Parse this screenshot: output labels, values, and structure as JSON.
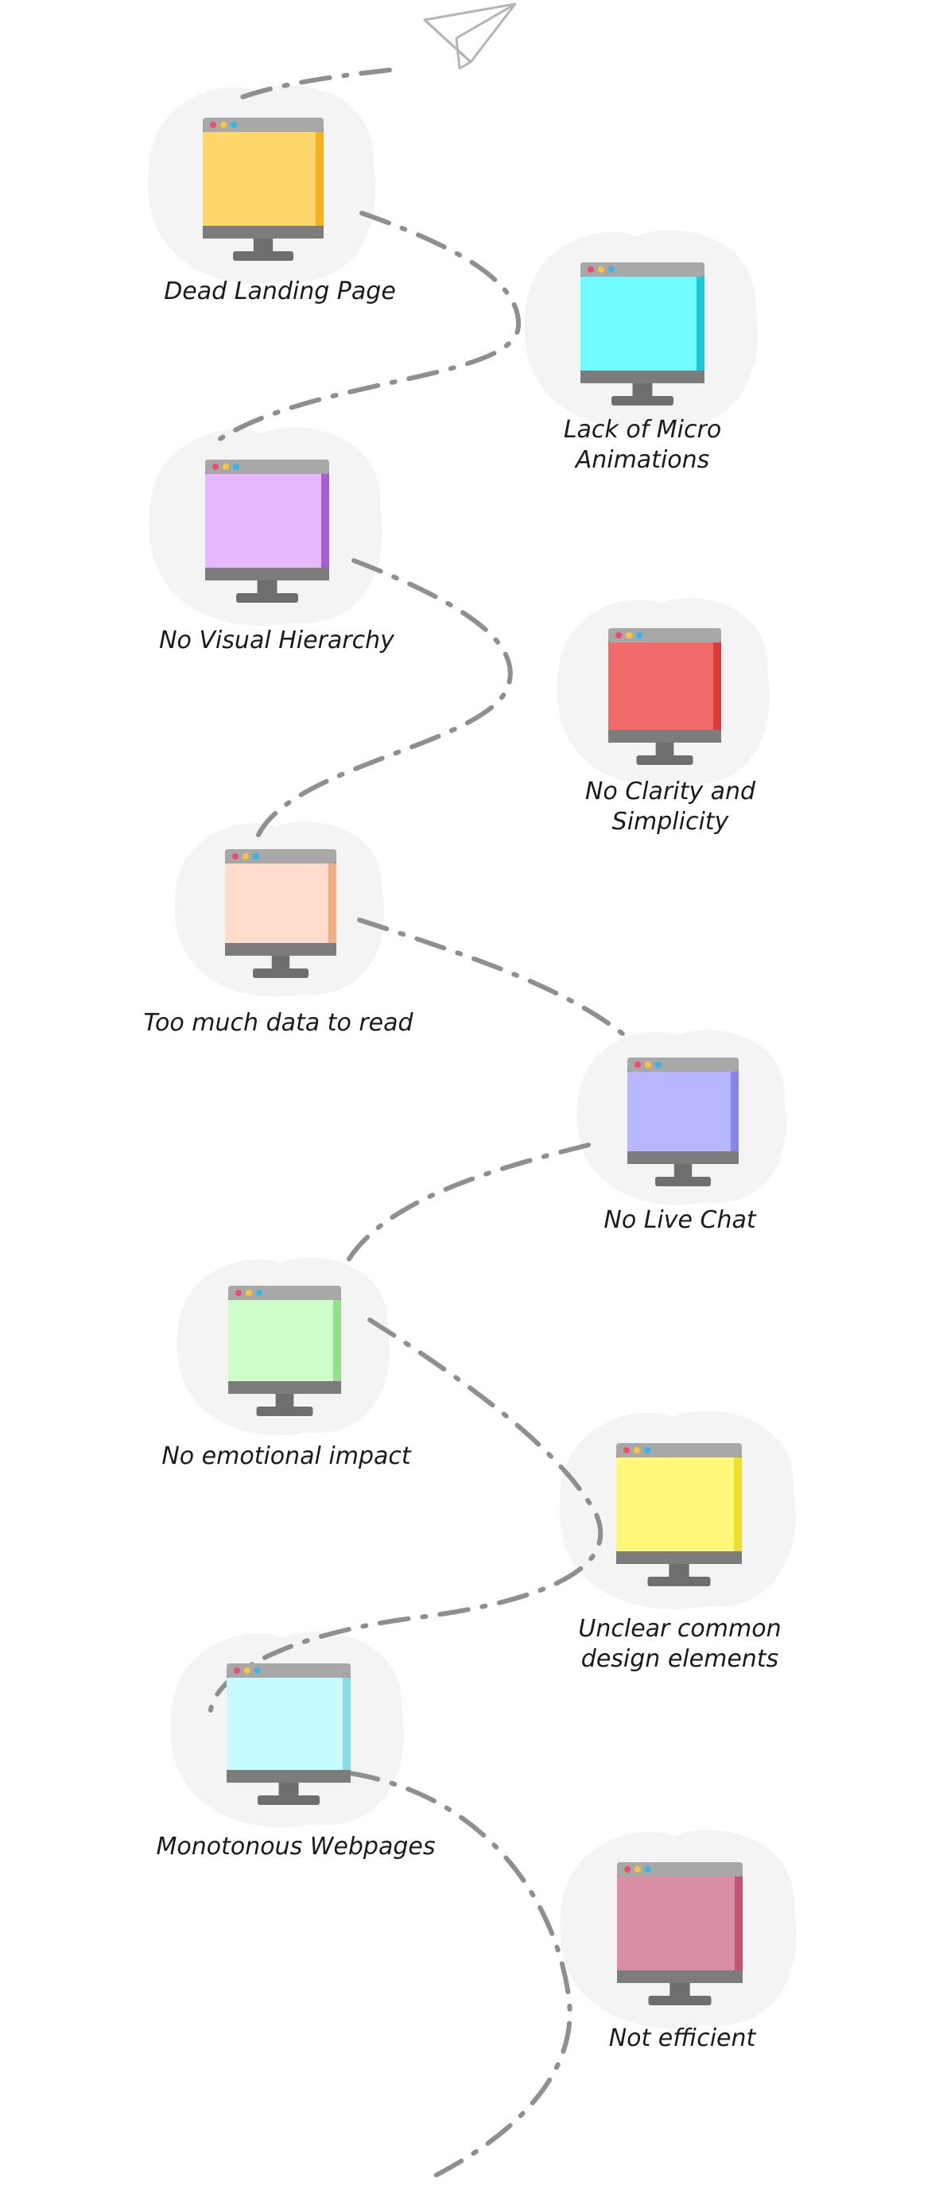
{
  "steps": [
    {
      "id": "dead-landing-page",
      "label": "Dead Landing Page",
      "icon": "bee-icon",
      "screen_color": "#FFD66B",
      "accent_color": "#F5B21B"
    },
    {
      "id": "lack-of-micro-animations",
      "label": "Lack of Micro\nAnimations",
      "icon": "sad-face-icon",
      "screen_color": "#6FFBFF",
      "accent_color": "#1FC9D4"
    },
    {
      "id": "no-visual-hierarchy",
      "label": "No Visual Hierarchy",
      "icon": "magnifier-icon",
      "screen_color": "#E6B8FF",
      "accent_color": "#A35FD0"
    },
    {
      "id": "no-clarity-and-simplicity",
      "label": "No Clarity and\nSimplicity",
      "icon": "brick-wall-icon",
      "screen_color": "#F26B6B",
      "accent_color": "#D93A3A"
    },
    {
      "id": "too-much-data-to-read",
      "label": "Too much data to read",
      "icon": "atom-eye-icon",
      "screen_color": "#FFDCCB",
      "accent_color": "#F4AC85"
    },
    {
      "id": "no-live-chat",
      "label": "No Live Chat",
      "icon": "confused-agent-icon",
      "screen_color": "#B7B6FF",
      "accent_color": "#8584E8"
    },
    {
      "id": "no-emotional-impact",
      "label": "No emotional impact",
      "icon": "sad-heart-icon",
      "screen_color": "#CEFFCB",
      "accent_color": "#93E08A"
    },
    {
      "id": "unclear-common-design-elements",
      "label": "Unclear common\ndesign elements",
      "icon": "confused-user-icon",
      "screen_color": "#FFF87B",
      "accent_color": "#F0DF2A"
    },
    {
      "id": "monotonous-webpages",
      "label": "Monotonous Webpages",
      "icon": "sleeping-zzz-icon",
      "screen_color": "#C8FBFF",
      "accent_color": "#86DDE8"
    },
    {
      "id": "not-efficient",
      "label": "Not efficient",
      "icon": "clock-icon",
      "screen_color": "#D98EA3",
      "accent_color": "#C05474"
    }
  ],
  "colors": {
    "path_stroke": "#8F8F8F",
    "monitor_frame": "#8E8E8E",
    "monitor_stand": "#6E6E6E",
    "blob": "#F4F4F4",
    "dot_red": "#EF4B6C",
    "dot_yellow": "#F8C63D",
    "dot_blue": "#35B6E6"
  }
}
